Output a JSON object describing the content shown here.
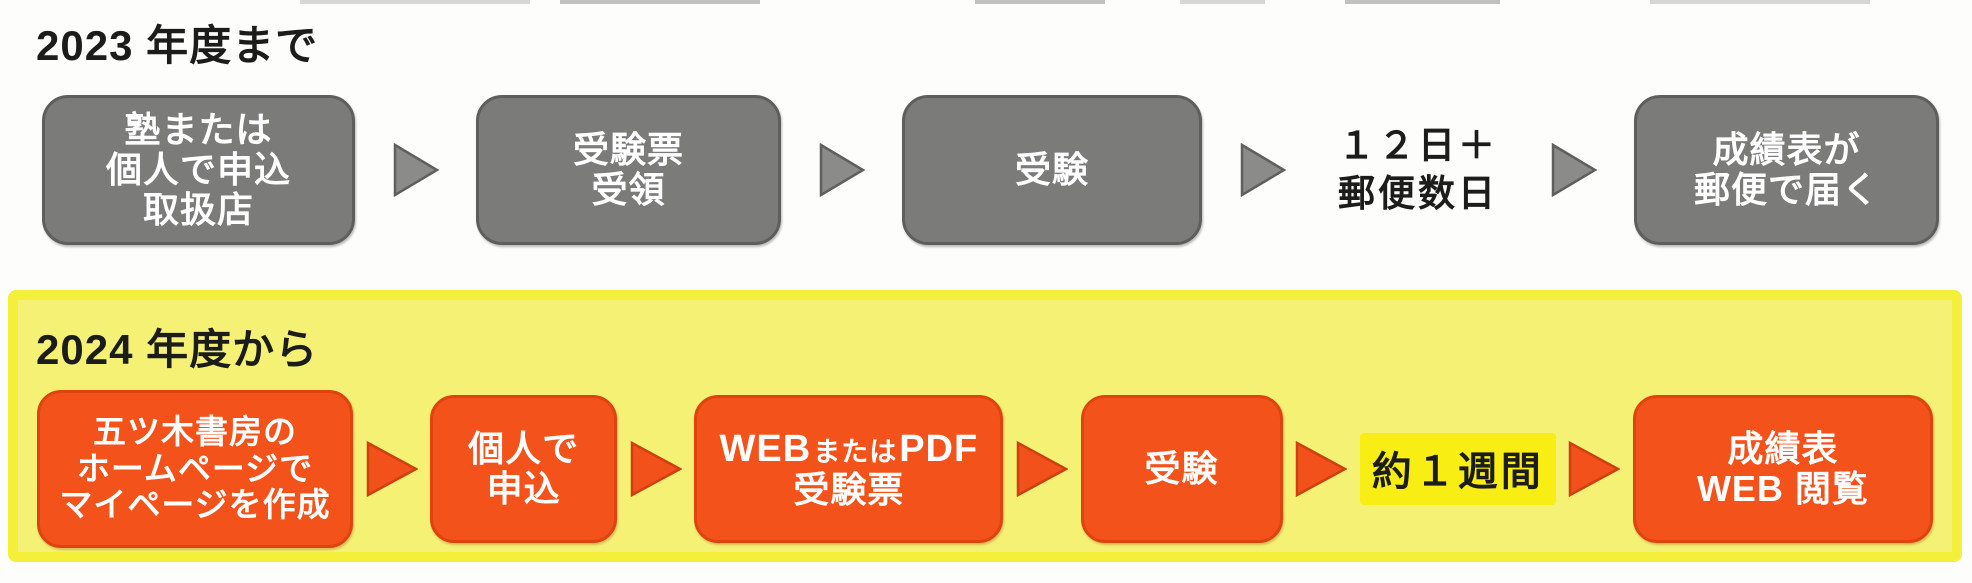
{
  "page": {
    "background": "#fdfdfc",
    "description_colors": {
      "gray_box": "#7b7b79",
      "gray_box_border": "#5e5e5c",
      "orange_box": "#f3521b",
      "orange_box_border": "#dd4410",
      "panel_yellow_fill": "#f4f175",
      "panel_yellow_border": "#f3ef3a",
      "highlight_yellow": "#f8ee13",
      "arrow_gray": "#8b8b89",
      "arrow_orange": "#f3511c",
      "text_black": "#1c1c1a",
      "text_white": "#ffffff"
    }
  },
  "phase_2023": {
    "title": "2023 年度まで",
    "steps": {
      "apply": {
        "line1": "塾または",
        "line2": "個人で申込",
        "line3": "取扱店"
      },
      "ticket": {
        "line1": "受験票",
        "line2": "受領"
      },
      "exam": {
        "line1": "受験"
      },
      "wait": {
        "line1": "１２日＋",
        "line2": "郵便数日"
      },
      "result": {
        "line1": "成績表が",
        "line2": "郵便で届く"
      }
    }
  },
  "phase_2024": {
    "title": "2024 年度から",
    "steps": {
      "mypage": {
        "line1": "五ツ木書房の",
        "line2": "ホームページで",
        "line3": "マイページを作成"
      },
      "apply": {
        "line1": "個人で",
        "line2": "申込"
      },
      "ticket": {
        "line1_web": "WEB",
        "line1_or": "または",
        "line1_pdf": "PDF",
        "line2": "受験票"
      },
      "exam": {
        "line1": "受験"
      },
      "wait": {
        "label": "約１週間"
      },
      "result": {
        "line1": "成績表",
        "line2": "WEB 閲覧"
      }
    }
  }
}
